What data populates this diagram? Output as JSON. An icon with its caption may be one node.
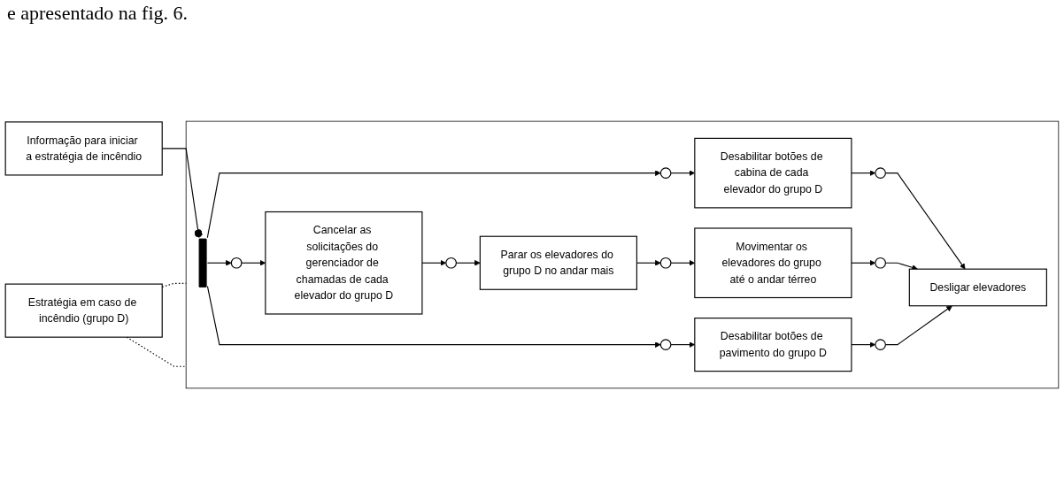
{
  "diagram": {
    "nodes": [
      {
        "text": [
          "Estratégia em caso de incêndio (grupo D)"
        ]
      },
      {
        "text": [],
        "shape": "box"
      },
      {
        "text": [
          "Informação para iniciar a estratégia de incêndio"
        ]
      },
      {
        "text": [],
        "shape": "bar",
        "in": 1
      },
      {
        "text": [],
        "shape": "circle",
        "in": 1
      },
      {
        "text": [
          "Desabilitar botões de cabina de cada elevador do grupo D"
        ],
        "in": 1
      },
      {
        "text": [],
        "shape": "circle",
        "in": 1
      },
      {
        "text": [],
        "shape": "circle",
        "in": 1
      },
      {
        "text": [
          "Cancelar as solicitações do gerenciador de chamadas de cada elevador do grupo D"
        ],
        "in": 1
      },
      {
        "text": [],
        "shape": "circle",
        "in": 1
      },
      {
        "text": [
          "Parar os elevadores do grupo D no andar mais"
        ],
        "in": 1
      },
      {
        "text": [],
        "shape": "circle",
        "in": 1
      },
      {
        "text": [
          "Movimentar os elevadores do grupo até o andar térreo"
        ],
        "in": 1
      },
      {
        "text": [],
        "shape": "circle",
        "in": 1
      },
      {
        "text": [],
        "shape": "circle",
        "in": 1
      },
      {
        "text": [
          "Desabilitar botões de pavimento do grupo D"
        ],
        "in": 1
      },
      {
        "text": [],
        "shape": "circle",
        "in": 1
      },
      {
        "text": [
          "Desligar elevadores"
        ],
        "in": 1
      }
    ],
    "edges": [
      {
        "from": 0,
        "to": 1,
        "arrow": "none",
        "style": "dashed"
      },
      {
        "from": 0,
        "to": 1,
        "arrow": "none",
        "style": "dashed"
      },
      {
        "from": 2,
        "to": 3,
        "arrow": "other"
      },
      {
        "from": 3,
        "to": 4,
        "arrow": "to"
      },
      {
        "from": 4,
        "to": 5,
        "arrow": "to"
      },
      {
        "from": 5,
        "to": 6,
        "arrow": "to"
      },
      {
        "from": 6,
        "to": 17,
        "arrow": "to"
      },
      {
        "from": 3,
        "to": 7,
        "arrow": "to"
      },
      {
        "from": 7,
        "to": 8,
        "arrow": "to"
      },
      {
        "from": 8,
        "to": 9,
        "arrow": "to"
      },
      {
        "from": 9,
        "to": 10,
        "arrow": "to"
      },
      {
        "from": 10,
        "to": 11,
        "arrow": "to"
      },
      {
        "from": 11,
        "to": 12,
        "arrow": "to"
      },
      {
        "from": 12,
        "to": 13,
        "arrow": "to"
      },
      {
        "from": 13,
        "to": 17,
        "arrow": "to"
      },
      {
        "from": 3,
        "to": 14,
        "arrow": "to"
      },
      {
        "from": 14,
        "to": 15,
        "arrow": "to"
      },
      {
        "from": 15,
        "to": 16,
        "arrow": "to"
      },
      {
        "from": 16,
        "to": 17,
        "arrow": "to"
      }
    ],
    "labels": [
      "e apresentado na fig. 6."
    ]
  }
}
